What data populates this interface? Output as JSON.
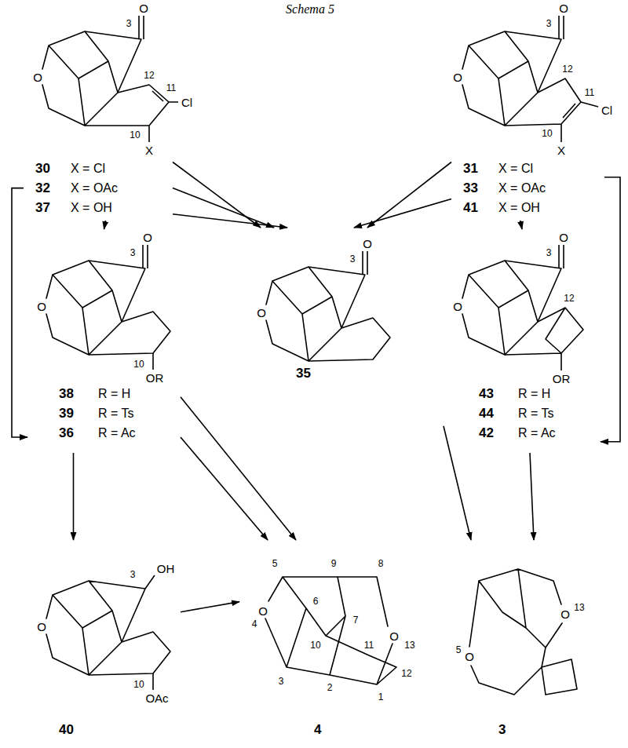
{
  "diagram": {
    "nodes": [
      {
        "text": [
          "30",
          "X = Cl",
          "32",
          "X = OAc",
          "37",
          "X = OH"
        ]
      },
      {
        "text": [
          "31",
          "X = Cl",
          "33",
          "X = OAc",
          "41",
          "X = OH"
        ]
      },
      {
        "text": [
          "38",
          "R = H",
          "39",
          "R = Ts",
          "36",
          "R = Ac"
        ]
      },
      {
        "text": [
          "35"
        ]
      },
      {
        "text": [
          "43",
          "R = H",
          "44",
          "R = Ts",
          "42",
          "R = Ac"
        ]
      },
      {
        "text": [
          "40"
        ]
      },
      {
        "text": [
          "4"
        ]
      },
      {
        "text": [
          "3"
        ]
      }
    ],
    "edges": [
      {
        "from": 0,
        "to": 3,
        "arrow": "to"
      },
      {
        "from": 0,
        "to": 3,
        "arrow": "to"
      },
      {
        "from": 0,
        "to": 3,
        "arrow": "to"
      },
      {
        "from": 1,
        "to": 3,
        "arrow": "to"
      },
      {
        "from": 1,
        "to": 3,
        "arrow": "to"
      },
      {
        "from": 0,
        "to": 2,
        "arrow": "to"
      },
      {
        "from": 0,
        "to": 2,
        "arrow": "to"
      },
      {
        "from": 1,
        "to": 4,
        "arrow": "to"
      },
      {
        "from": 1,
        "to": 4,
        "arrow": "to"
      },
      {
        "from": 2,
        "to": 5,
        "arrow": "to"
      },
      {
        "from": 2,
        "to": 6,
        "arrow": "to"
      },
      {
        "from": 2,
        "to": 6,
        "arrow": "to"
      },
      {
        "from": 4,
        "to": 7,
        "arrow": "to"
      },
      {
        "from": 4,
        "to": 7,
        "arrow": "to"
      },
      {
        "from": 5,
        "to": 6,
        "arrow": "to"
      }
    ],
    "labels": [
      "Schema 5",
      "O",
      "3",
      "O",
      "12",
      "11",
      "Cl",
      "10",
      "X",
      "O",
      "3",
      "O",
      "12",
      "11",
      "Cl",
      "10",
      "X",
      "O",
      "3",
      "O",
      "10",
      "OR",
      "O",
      "3",
      "O",
      "O",
      "3",
      "O",
      "12",
      "OR",
      "3",
      "OH",
      "O",
      "10",
      "OAc",
      "5",
      "9",
      "8",
      "O",
      "4",
      "6",
      "7",
      "10",
      "11",
      "O",
      "13",
      "12",
      "3",
      "2",
      "1",
      "O",
      "13",
      "5",
      "O"
    ]
  }
}
